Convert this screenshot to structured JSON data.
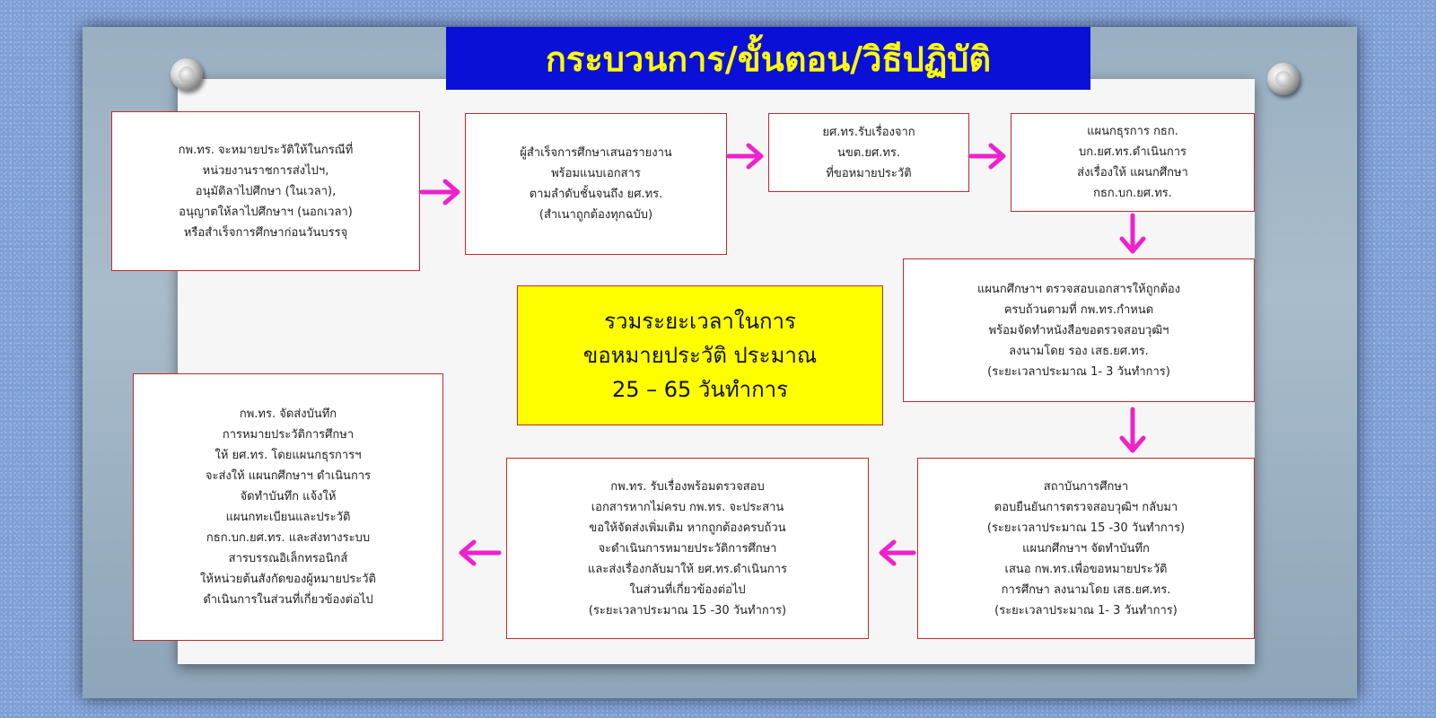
{
  "title": "กระบวนการ/ขั้นตอน/วิธีปฏิบัติ",
  "colors": {
    "title_bg": "#0a10d8",
    "title_text": "#ffff00",
    "arrow": "#ee22cc",
    "box_border": "#c42a2a",
    "summary_bg": "#ffff00"
  },
  "steps": {
    "step1": {
      "lines": [
        "กพ.ทร. จะหมายประวัติให้ในกรณีที่",
        "หน่วยงานราชการส่งไปฯ,",
        "อนุมัติลาไปศึกษา (ในเวลา),",
        "อนุญาตให้ลาไปศึกษาฯ (นอกเวลา)",
        "หรือสำเร็จการศึกษาก่อนวันบรรจุ"
      ]
    },
    "step2": {
      "lines": [
        "ผู้สำเร็จการศึกษาเสนอรายงาน",
        "พร้อมแนบเอกสาร",
        "ตามลำดับชั้นจนถึง ยศ.ทร.",
        "(สำเนาถูกต้องทุกฉบับ)"
      ]
    },
    "step3": {
      "lines": [
        "ยศ.ทร.รับเรื่องจาก",
        "นขต.ยศ.ทร.",
        "ที่ขอหมายประวัติ"
      ]
    },
    "step4": {
      "lines": [
        "แผนกธุรการ กธก.",
        "บก.ยศ.ทร.ดำเนินการ",
        "ส่งเรื่องให้ แผนกศึกษา",
        "กธก.บก.ยศ.ทร."
      ]
    },
    "step5": {
      "lines": [
        "แผนกศึกษาฯ ตรวจสอบเอกสารให้ถูกต้อง",
        "ครบถ้วนตามที่ กพ.ทร.กำหนด",
        "พร้อมจัดทำหนังสือขอตรวจสอบวุฒิฯ",
        "ลงนามโดย รอง เสธ.ยศ.ทร.",
        "(ระยะเวลาประมาณ 1- 3 วันทำการ)"
      ]
    },
    "step6": {
      "lines": [
        "สถาบันการศึกษา",
        "ตอบยืนยันการตรวจสอบวุฒิฯ กลับมา",
        "(ระยะเวลาประมาณ 15 -30 วันทำการ)",
        "แผนกศึกษาฯ จัดทำบันทึก",
        "เสนอ กพ.ทร.เพื่อขอหมายประวัติ",
        "การศึกษา ลงนามโดย เสธ.ยศ.ทร.",
        "(ระยะเวลาประมาณ 1- 3 วันทำการ)"
      ]
    },
    "step7": {
      "lines": [
        "กพ.ทร. รับเรื่องพร้อมตรวจสอบ",
        "เอกสารหากไม่ครบ กพ.ทร. จะประสาน",
        "ขอให้จัดส่งเพิ่มเติม หากถูกต้องครบถ้วน",
        "จะดำเนินการหมายประวัติการศึกษา",
        "และส่งเรื่องกลับมาให้ ยศ.ทร.ดำเนินการ",
        "ในส่วนที่เกี่ยวข้องต่อไป",
        "(ระยะเวลาประมาณ 15 -30 วันทำการ)"
      ]
    },
    "step8": {
      "lines": [
        "กพ.ทร. จัดส่งบันทึก",
        "การหมายประวัติการศึกษา",
        "ให้ ยศ.ทร. โดยแผนกธุรการฯ",
        "จะส่งให้ แผนกศึกษาฯ ดำเนินการ",
        "จัดทำบันทึก แจ้งให้",
        "แผนกทะเบียนและประวัติ",
        "กธก.บก.ยศ.ทร. และส่งทางระบบ",
        "สารบรรณอิเล็กทรอนิกส์",
        "ให้หน่วยต้นสังกัดของผู้หมายประวัติ",
        "ดำเนินการในส่วนที่เกี่ยวข้องต่อไป"
      ]
    }
  },
  "summary": {
    "lines": [
      "รวมระยะเวลาในการ",
      "ขอหมายประวัติ ประมาณ",
      "25 – 65 วันทำการ"
    ]
  }
}
